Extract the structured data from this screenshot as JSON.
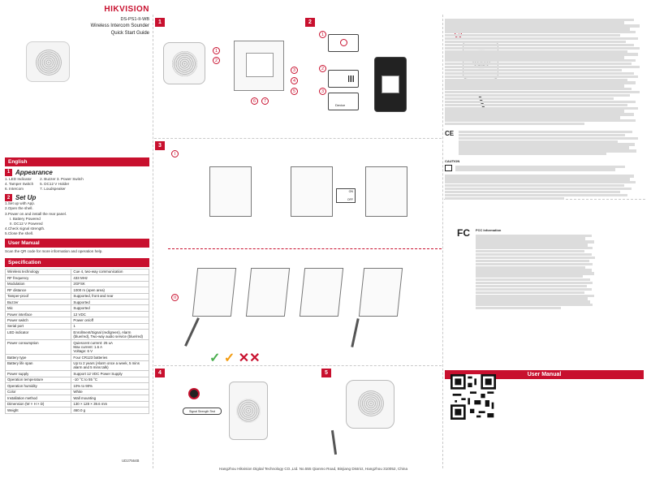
{
  "header": {
    "brand": "HIKVISION",
    "model": "DS-PS1-II-WB",
    "product": "Wireless Intercom Sounder",
    "guide": "Quick Start Guide"
  },
  "english": {
    "lang_label": "English",
    "appearance": {
      "num": "1",
      "title": "Appearance",
      "items_left": [
        "1. LED Indicator",
        "4. Tamper Switch",
        "6. Intercom"
      ],
      "items_right": [
        "2. Buzzer  3. Power Switch",
        "5. DC12 V Holder",
        "7. Loudspeaker"
      ]
    },
    "setup": {
      "num": "2",
      "title": "Set  Up",
      "steps": [
        "1.Set up with App.",
        "2.Open the shell.",
        "3.Power on and install the rear panel.",
        "  I. Battery Powered",
        "  II. DC12 V Powered",
        "4.Check signal strength.",
        "5.Close the shell."
      ]
    }
  },
  "user_manual": {
    "label": "User Manual",
    "text": "Scan the QR code for more information and operation help."
  },
  "spec": {
    "label": "Specification",
    "rows": [
      [
        "Wireless technology",
        "Cue 4, two-way communication"
      ],
      [
        "RF frequency",
        "433 MHz"
      ],
      [
        "Modulation",
        "2GFSK"
      ],
      [
        "RF distance",
        "1000 m (open area)"
      ],
      [
        "Tamper-proof",
        "Supported, front and rear"
      ],
      [
        "Buzzer",
        "Supported"
      ],
      [
        "Mic",
        "Supported"
      ],
      [
        "Power interface",
        "12 VDC"
      ],
      [
        "Power switch",
        "Power on/off"
      ],
      [
        "Serial port",
        "1"
      ],
      [
        "LED indicator",
        "Enrollment/Signal (red/green), Alarm (blue/red), Two-way audio service (blue/red)"
      ],
      [
        "Power consumption",
        "Quiescent current: 25 uA\nMax current: 1.6 A\nVoltage: 6 V"
      ],
      [
        "Battery type",
        "Four CR123 batteries"
      ],
      [
        "Battery life span",
        "Up to 2 years (Alarm once a week, 5 mins alarm and 5 mins talk)"
      ],
      [
        "Power supply",
        "Support 12 VDC Power Supply"
      ],
      [
        "Operation temperature",
        "-10 °C to 55 °C"
      ],
      [
        "Operation humidity",
        "10% to 90%"
      ],
      [
        "Color",
        "White"
      ],
      [
        "Installation method",
        "Wall mounting"
      ],
      [
        "Dimension (W × H × D)",
        "130 × 128 × 39.6 mm"
      ],
      [
        "Weight",
        "460.0 g"
      ]
    ]
  },
  "panels": {
    "p1": "1",
    "p2": "2",
    "p3": "3",
    "p4": "4",
    "p5": "5",
    "roman1": "I",
    "roman2": "II",
    "callouts": [
      "1",
      "2",
      "3",
      "4",
      "5",
      "6",
      "7"
    ],
    "step_circles": [
      "1",
      "2",
      "3"
    ],
    "scan_text": "Device",
    "signal_button": "Signal Strength Test",
    "on_label": "ON",
    "off_label": "OFF"
  },
  "right": {
    "user_manual_label": "User Manual",
    "fc_text": "FCC Information",
    "caution": "CAUTION"
  },
  "doc_number": "UD27564B",
  "footer": "Hangzhou Hikvision Digital Technology CO.,Ltd. No.555 Qianmo Road, Binjiang District, Hangzhou 310052, China",
  "colors": {
    "accent": "#c8102e",
    "check_green": "#4caf50",
    "check_orange": "#f39c12",
    "cross_red": "#c8102e"
  }
}
